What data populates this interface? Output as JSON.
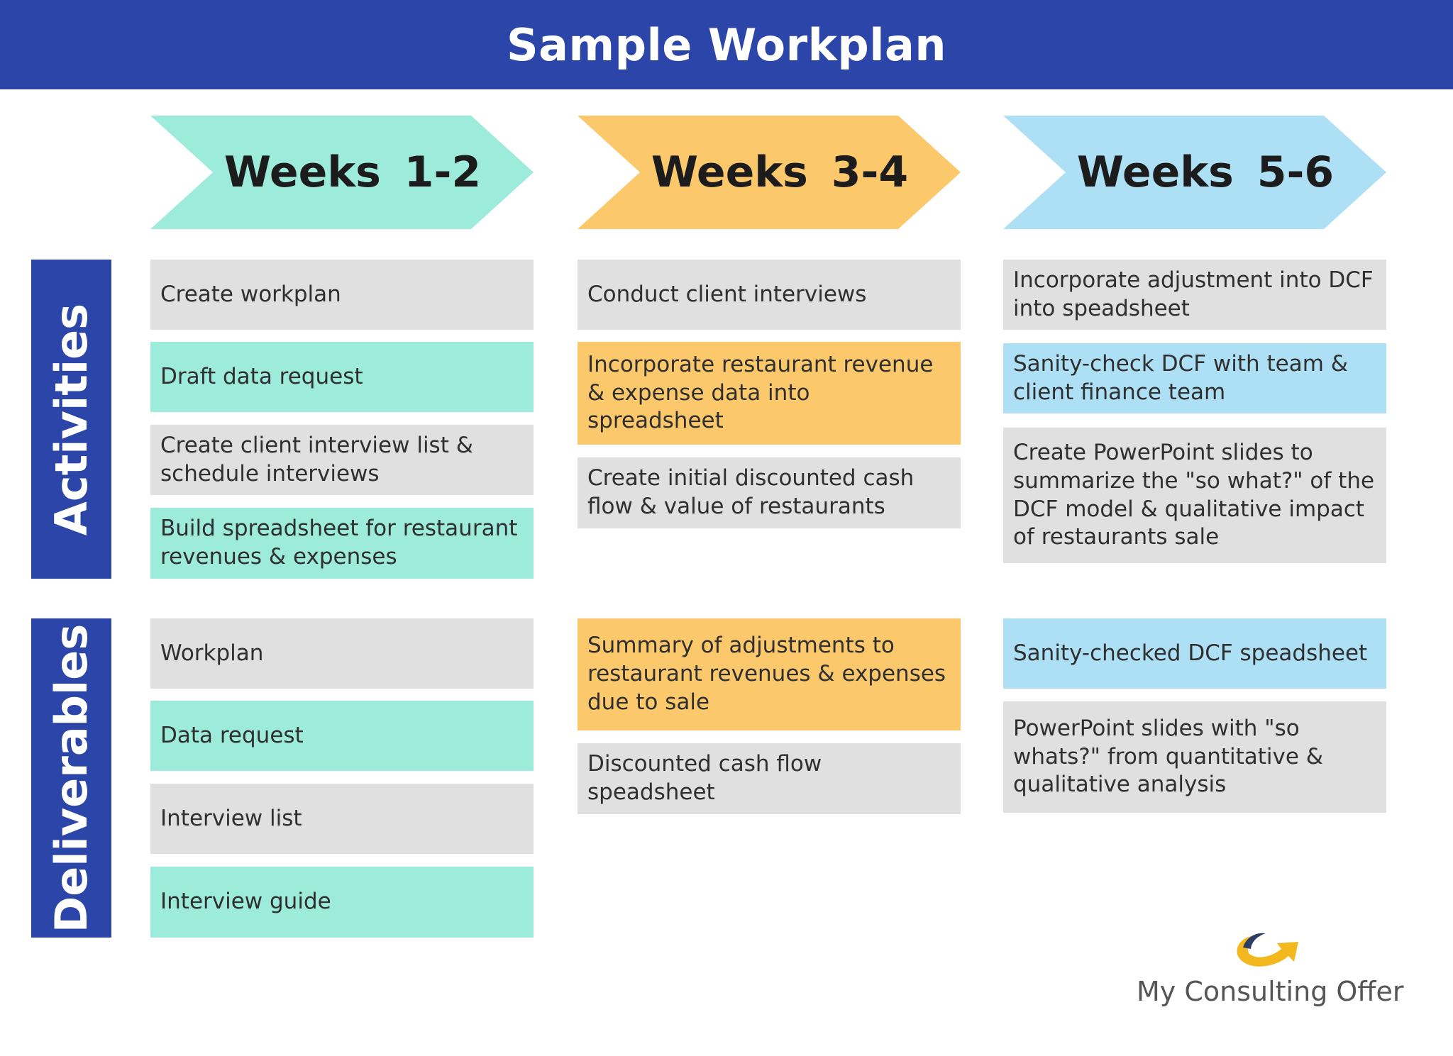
{
  "title": "Sample Workplan",
  "colors": {
    "header_blue": "#2b46a8",
    "mint": "#9debdb",
    "amber": "#fcc86c",
    "sky": "#aee0f5",
    "gray": "#e0e0e0"
  },
  "phases": [
    {
      "label": "Weeks 1-2",
      "color": "#9debdb"
    },
    {
      "label": "Weeks 3-4",
      "color": "#fcc86c"
    },
    {
      "label": "Weeks 5-6",
      "color": "#aee0f5"
    }
  ],
  "row_labels": {
    "activities": "Activities",
    "deliverables": "Deliverables"
  },
  "activities": {
    "weeks_1_2": [
      "Create workplan",
      "Draft data request",
      "Create client interview list & schedule interviews",
      "Build spreadsheet for restaurant revenues & expenses"
    ],
    "weeks_3_4": [
      "Conduct client interviews",
      "Incorporate restaurant revenue & expense data into spreadsheet",
      "Create initial discounted cash flow & value of restaurants"
    ],
    "weeks_5_6": [
      "Incorporate adjustment into DCF into speadsheet",
      "Sanity-check DCF with team & client finance team",
      "Create PowerPoint slides to summarize the \"so what?\" of the DCF model & qualitative impact of restaurants sale"
    ]
  },
  "deliverables": {
    "weeks_1_2": [
      "Workplan",
      "Data request",
      "Interview list",
      "Interview guide"
    ],
    "weeks_3_4": [
      "Summary of adjustments to restaurant revenues & expenses due to sale",
      "Discounted cash flow speadsheet"
    ],
    "weeks_5_6": [
      "Sanity-checked DCF speadsheet",
      "PowerPoint slides with \"so whats?\" from quantitative & qualitative analysis"
    ]
  },
  "logo": {
    "text": "My Consulting Offer",
    "icon": "arrow-swoosh-icon"
  }
}
